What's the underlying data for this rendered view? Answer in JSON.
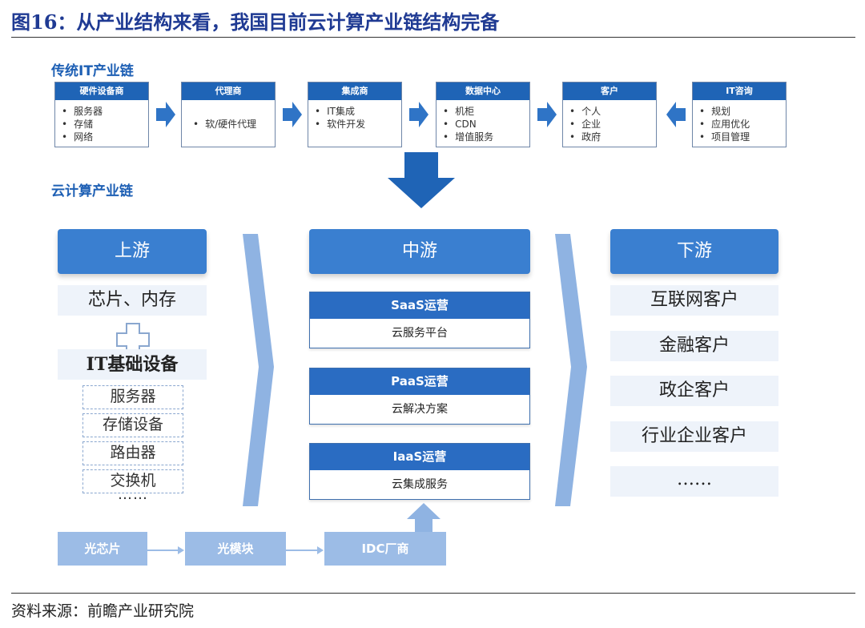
{
  "figure": {
    "title": "图16：从产业结构来看，我国目前云计算产业链结构完备",
    "source": "资料来源：前瞻产业研究院"
  },
  "traditional": {
    "label": "传统IT产业链",
    "boxes": [
      {
        "header": "硬件设备商",
        "items": [
          "服务器",
          "存储",
          "网络"
        ]
      },
      {
        "header": "代理商",
        "items": [
          "软/硬件代理"
        ]
      },
      {
        "header": "集成商",
        "items": [
          "IT集成",
          "软件开发"
        ]
      },
      {
        "header": "数据中心",
        "items": [
          "机柜",
          "CDN",
          "增值服务"
        ]
      },
      {
        "header": "客户",
        "items": [
          "个人",
          "企业",
          "政府"
        ]
      },
      {
        "header": "IT咨询",
        "items": [
          "规划",
          "应用优化",
          "项目管理"
        ]
      }
    ]
  },
  "cloud": {
    "label": "云计算产业链",
    "upstream": {
      "header": "上游",
      "chips": "芯片、内存",
      "it_infra": "IT基础设备",
      "devices": [
        "服务器",
        "存储设备",
        "路由器",
        "交换机"
      ],
      "ellipsis": "……"
    },
    "midstream": {
      "header": "中游",
      "ops": [
        {
          "header": "SaaS运营",
          "body": "云服务平台"
        },
        {
          "header": "PaaS运营",
          "body": "云解决方案"
        },
        {
          "header": "IaaS运营",
          "body": "云集成服务"
        }
      ]
    },
    "downstream": {
      "header": "下游",
      "customers": [
        "互联网客户",
        "金融客户",
        "政企客户",
        "行业企业客户"
      ],
      "ellipsis": "……"
    },
    "supply_chain": [
      "光芯片",
      "光模块",
      "IDC厂商"
    ]
  },
  "colors": {
    "title": "#1f3a93",
    "header_blue": "#1f64b6",
    "panel_blue": "#3a7fd0",
    "light_fill": "#eef3fa",
    "bottom_fill": "#9cbce6"
  }
}
